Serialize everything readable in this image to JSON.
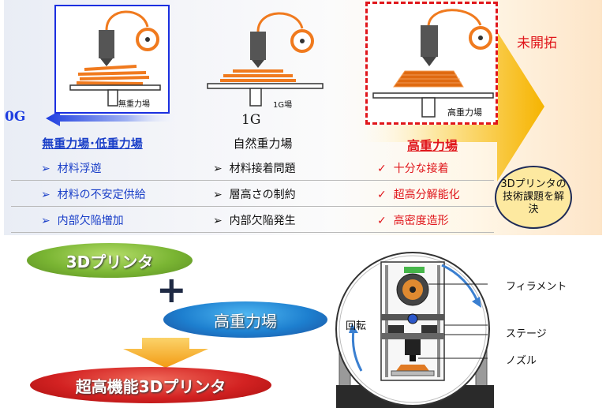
{
  "labels": {
    "zero_g": "0G",
    "one_g": "1G",
    "unexplored": "未開拓",
    "plate_micro": "無重力場",
    "plate_1g": "1G場",
    "plate_high": "高重力場"
  },
  "columns": [
    {
      "header": "無重力場･低重力場",
      "items": [
        "材料浮遊",
        "材料の不安定供給",
        "内部欠陥増加"
      ]
    },
    {
      "header": "自然重力場",
      "items": [
        "材料接着問題",
        "層高さの制約",
        "内部欠陥発生"
      ]
    },
    {
      "header": "高重力場",
      "items": [
        "十分な接着",
        "超高分解能化",
        "高密度造形"
      ]
    }
  ],
  "markers": {
    "arrow": "➢",
    "check": "✓"
  },
  "callout": "3Dプリンタの技術課題を解決",
  "bottom": {
    "printer_3d": "3Dプリンタ",
    "plus": "+",
    "high_gravity": "高重力場",
    "result": "超高機能3Dプリンタ"
  },
  "device": {
    "rotation": "回転",
    "filament": "フィラメント",
    "stage": "ステージ",
    "nozzle": "ノズル"
  },
  "colors": {
    "blue": "#1a3fc8",
    "red": "#e0161b",
    "orange": "#f07a1e",
    "green": "#6aa12a",
    "navy": "#1d4f9c",
    "crimson": "#c91818"
  }
}
